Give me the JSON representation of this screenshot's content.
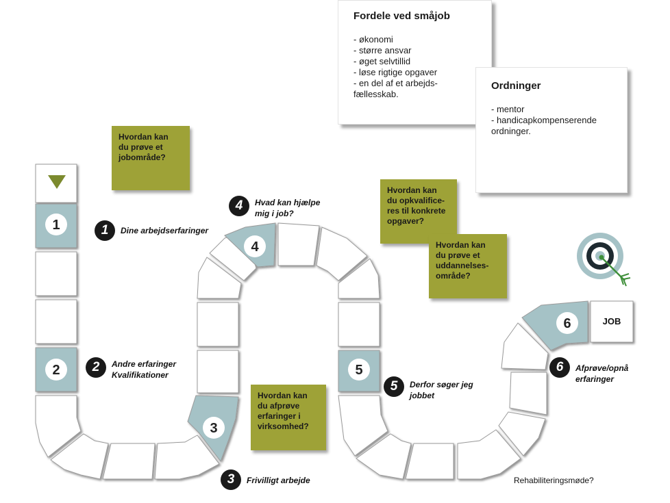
{
  "notes": {
    "fordele": {
      "title": "Fordele ved småjob",
      "items": [
        "- økonomi",
        "- større ansvar",
        "- øget selvtillid",
        "- løse rigtige opgaver",
        "- en del af et arbejds-",
        "fællesskab."
      ]
    },
    "ordninger": {
      "title": "Ordninger",
      "items": [
        "- mentor",
        "- handicapkompenserende",
        "ordninger."
      ]
    }
  },
  "questions": {
    "q1": "Hvordan kan\ndu prøve et\njobområde?",
    "q2": "Hvordan kan\ndu opkvalifice-\nres til konkrete\nopgaver?",
    "q3": "Hvordan kan\ndu prøve et\nuddannelses-\nområde?",
    "q4": "Hvordan kan\ndu afprøve\nerfaringer i\nvirksomhed?"
  },
  "steps": [
    {
      "num": "1",
      "label": "Dine arbejdserfaringer"
    },
    {
      "num": "2",
      "label": "Andre erfaringer\nKvalifikationer"
    },
    {
      "num": "3",
      "label": "Frivilligt arbejde"
    },
    {
      "num": "4",
      "label": "Hvad kan hjælpe\nmig i job?"
    },
    {
      "num": "5",
      "label": "Derfor søger jeg\njobbet"
    },
    {
      "num": "6",
      "label": "Afprøve/opnå\nerfaringer"
    }
  ],
  "path_numbers": [
    "1",
    "2",
    "3",
    "4",
    "5",
    "6"
  ],
  "job_label": "JOB",
  "footer": "Rehabiliteringsmøde?",
  "colors": {
    "teal": "#a5c2c6",
    "olive": "#9ea237",
    "start_arrow": "#7c8a2e",
    "badge": "#1a1a1a"
  },
  "icons": {
    "start": "down-triangle-icon",
    "target": "target-icon"
  }
}
